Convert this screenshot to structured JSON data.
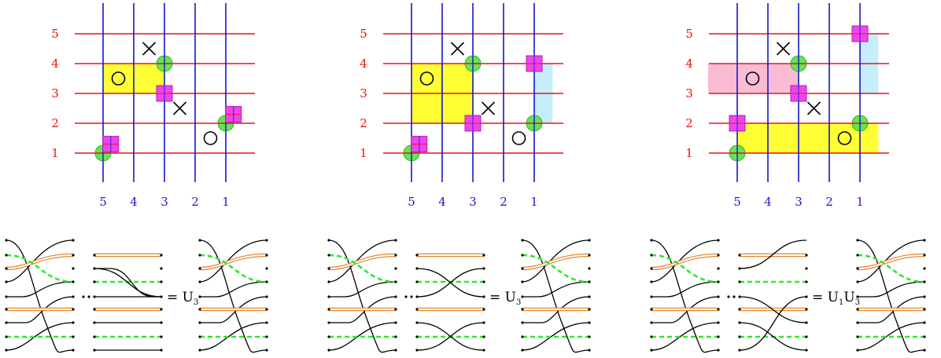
{
  "colors": {
    "row_line": "#e8141e",
    "col_line": "#1616c8",
    "yellow": "#ffff33",
    "pink": "#f9bcd4",
    "cyan": "#c5eefa",
    "green_dot": "#66e455",
    "magenta_square": "#ee44ee",
    "orange_strand": "#e08830",
    "green_dash": "#2ee82e",
    "black_strand": "#000000"
  },
  "grids": [
    {
      "row_labels": [
        "5",
        "4",
        "3",
        "2",
        "1"
      ],
      "col_labels": [
        "5",
        "4",
        "3",
        "2",
        "1"
      ],
      "shaded_regions": [
        {
          "color": "yellow",
          "rows": [
            3,
            4
          ],
          "cols": [
            5,
            3
          ]
        }
      ],
      "markers": [
        {
          "type": "cross-icon",
          "row": 4.5,
          "col": 3.5
        },
        {
          "type": "cross-icon",
          "row": 2.5,
          "col": 2.5
        },
        {
          "type": "circle-icon",
          "row": 3.5,
          "col": 4.5
        },
        {
          "type": "circle-icon",
          "row": 1.5,
          "col": 1.5
        },
        {
          "type": "green-dot-icon",
          "row": 4,
          "col": 3
        },
        {
          "type": "green-dot-icon",
          "row": 2,
          "col": 1
        },
        {
          "type": "green-dot-icon",
          "row": 1,
          "col": 5
        },
        {
          "type": "magenta-square-icon",
          "row": 3,
          "col": 3
        },
        {
          "type": "magenta-square-icon",
          "row": 2.3,
          "col": 0.75
        },
        {
          "type": "magenta-square-icon",
          "row": 1.3,
          "col": 4.75
        }
      ]
    },
    {
      "row_labels": [
        "5",
        "4",
        "3",
        "2",
        "1"
      ],
      "col_labels": [
        "5",
        "4",
        "3",
        "2",
        "1"
      ],
      "shaded_regions": [
        {
          "color": "yellow",
          "rows": [
            2,
            4
          ],
          "cols": [
            5,
            3
          ]
        },
        {
          "color": "cyan",
          "rows": [
            2,
            4
          ],
          "cols": [
            1,
            0.4
          ]
        }
      ],
      "markers": [
        {
          "type": "cross-icon",
          "row": 4.5,
          "col": 3.5
        },
        {
          "type": "cross-icon",
          "row": 2.5,
          "col": 2.5
        },
        {
          "type": "circle-icon",
          "row": 3.5,
          "col": 4.5
        },
        {
          "type": "circle-icon",
          "row": 1.5,
          "col": 1.5
        },
        {
          "type": "green-dot-icon",
          "row": 4,
          "col": 3
        },
        {
          "type": "green-dot-icon",
          "row": 2,
          "col": 1
        },
        {
          "type": "green-dot-icon",
          "row": 1,
          "col": 5
        },
        {
          "type": "magenta-square-icon",
          "row": 2,
          "col": 3
        },
        {
          "type": "magenta-square-icon",
          "row": 4,
          "col": 1
        },
        {
          "type": "magenta-square-icon",
          "row": 1.3,
          "col": 4.75
        }
      ]
    },
    {
      "row_labels": [
        "5",
        "4",
        "3",
        "2",
        "1"
      ],
      "col_labels": [
        "5",
        "4",
        "3",
        "2",
        "1"
      ],
      "shaded_regions": [
        {
          "color": "pink",
          "rows": [
            3,
            4
          ],
          "cols": [
            5.95,
            3
          ]
        },
        {
          "color": "cyan",
          "rows": [
            3,
            5
          ],
          "cols": [
            1,
            0.4
          ]
        },
        {
          "color": "yellow",
          "rows": [
            1,
            2
          ],
          "cols": [
            5,
            0.4
          ]
        }
      ],
      "markers": [
        {
          "type": "cross-icon",
          "row": 4.5,
          "col": 3.5
        },
        {
          "type": "cross-icon",
          "row": 2.5,
          "col": 2.5
        },
        {
          "type": "circle-icon",
          "row": 3.5,
          "col": 4.5
        },
        {
          "type": "circle-icon",
          "row": 1.5,
          "col": 1.5
        },
        {
          "type": "green-dot-icon",
          "row": 4,
          "col": 3
        },
        {
          "type": "green-dot-icon",
          "row": 2,
          "col": 1
        },
        {
          "type": "green-dot-icon",
          "row": 1,
          "col": 5
        },
        {
          "type": "magenta-square-icon",
          "row": 5,
          "col": 1
        },
        {
          "type": "magenta-square-icon",
          "row": 3,
          "col": 3
        },
        {
          "type": "magenta-square-icon",
          "row": 2,
          "col": 5
        }
      ]
    }
  ],
  "braid_groups": [
    {
      "equation": "= U",
      "subs": [
        "3"
      ]
    },
    {
      "equation": "= U",
      "subs": [
        "3"
      ]
    },
    {
      "equation": "= U",
      "subs": [
        "1",
        "3"
      ]
    }
  ]
}
